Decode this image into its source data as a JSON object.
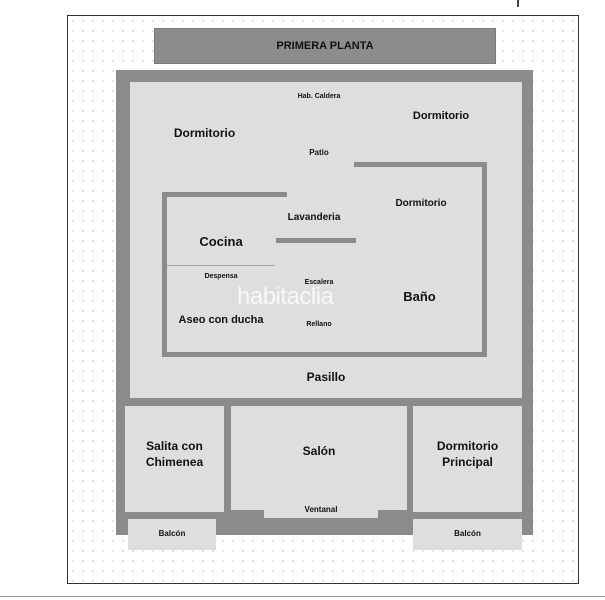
{
  "title": "PRIMERA PLANTA",
  "watermark": "habitaclia",
  "rooms": {
    "dormitorio_nw": "Dormitorio",
    "hab_caldera": "Hab. Caldera",
    "patio": "Patio",
    "dormitorio_ne": "Dormitorio",
    "cocina": "Cocina",
    "lavanderia": "Lavanderia",
    "despensa": "Despensa",
    "dormitorio_e": "Dormitorio",
    "aseo": "Aseo con ducha",
    "escalera": "Escalera",
    "rellano": "Rellano",
    "bano": "Baño",
    "pasillo": "Pasillo",
    "salita": "Salita con Chimenea",
    "salon": "Salón",
    "dormitorio_principal": "Dormitorio Principal",
    "ventanal": "Ventanal",
    "balcon_left": "Balcón",
    "balcon_right": "Balcón"
  }
}
